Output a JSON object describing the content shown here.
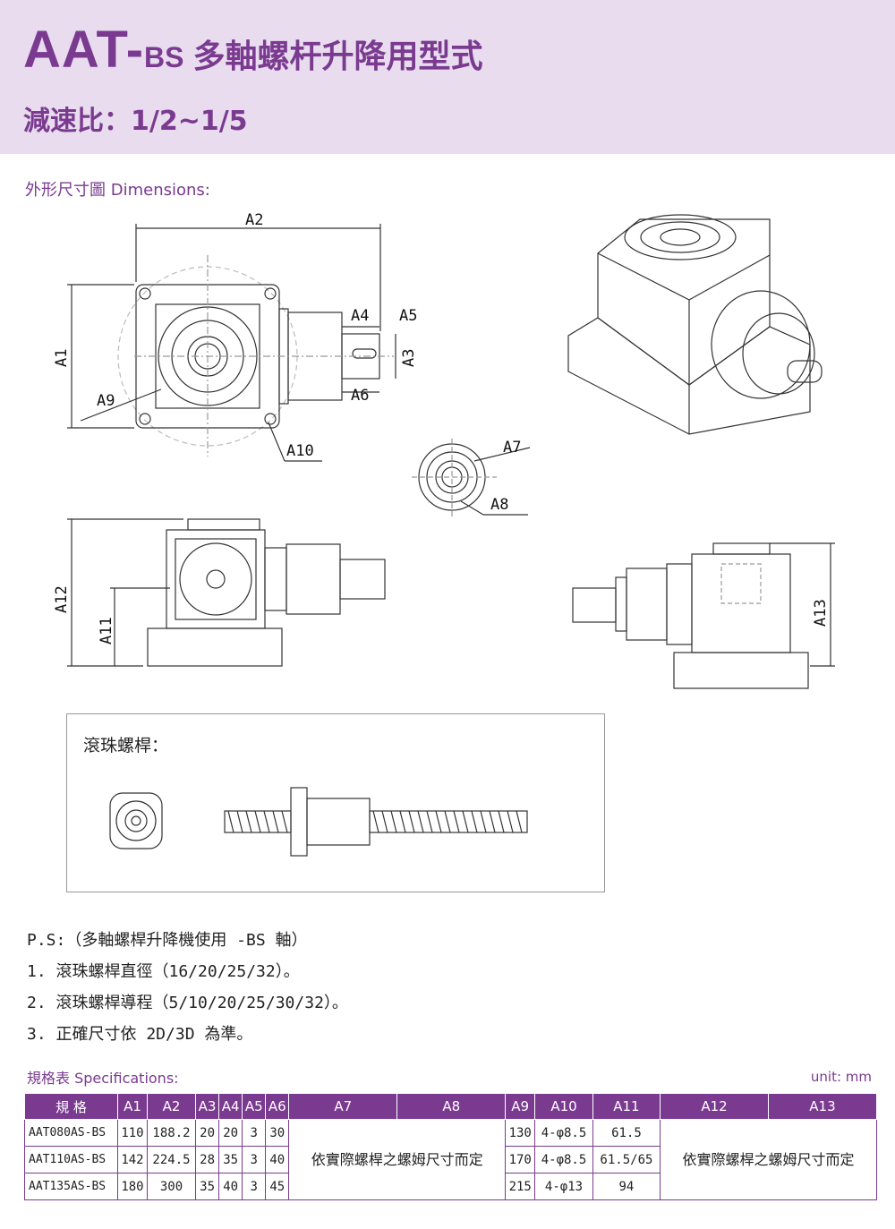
{
  "header": {
    "title_main": "AAT-",
    "title_suffix": "BS",
    "title_cn": "多軸螺杆升降用型式",
    "subtitle": "減速比：1/2~1/5"
  },
  "dimensions_label": "外形尺寸圖 Dimensions:",
  "dims": {
    "a1": "A1",
    "a2": "A2",
    "a3": "A3",
    "a4": "A4",
    "a5": "A5",
    "a6": "A6",
    "a7": "A7",
    "a8": "A8",
    "a9": "A9",
    "a10": "A10",
    "a11": "A11",
    "a12": "A12",
    "a13": "A13"
  },
  "ballscrew_label": "滾珠螺桿：",
  "notes": {
    "ps": "P.S:（多軸螺桿升降機使用 -BS 軸）",
    "n1": "1. 滾珠螺桿直徑（16/20/25/32）。",
    "n2": "2. 滾珠螺桿導程（5/10/20/25/30/32）。",
    "n3": "3. 正確尺寸依 2D/3D 為準。"
  },
  "spec": {
    "label": "規格表 Specifications:",
    "unit": "unit: mm",
    "headers": [
      "規 格",
      "A1",
      "A2",
      "A3",
      "A4",
      "A5",
      "A6",
      "A7",
      "A8",
      "A9",
      "A10",
      "A11",
      "A12",
      "A13"
    ],
    "merged_a7_a8": "依實際螺桿之螺姆尺寸而定",
    "merged_a12_a13": "依實際螺桿之螺姆尺寸而定",
    "rows": [
      {
        "model": "AAT080AS-BS",
        "a1": "110",
        "a2": "188.2",
        "a3": "20",
        "a4": "20",
        "a5": "3",
        "a6": "30",
        "a9": "130",
        "a10": "4-φ8.5",
        "a11": "61.5"
      },
      {
        "model": "AAT110AS-BS",
        "a1": "142",
        "a2": "224.5",
        "a3": "28",
        "a4": "35",
        "a5": "3",
        "a6": "40",
        "a9": "170",
        "a10": "4-φ8.5",
        "a11": "61.5/65"
      },
      {
        "model": "AAT135AS-BS",
        "a1": "180",
        "a2": "300",
        "a3": "35",
        "a4": "40",
        "a5": "3",
        "a6": "45",
        "a9": "215",
        "a10": "4-φ13",
        "a11": "94"
      }
    ]
  },
  "colors": {
    "accent": "#7a3a90",
    "banner": "#e8dcee"
  }
}
